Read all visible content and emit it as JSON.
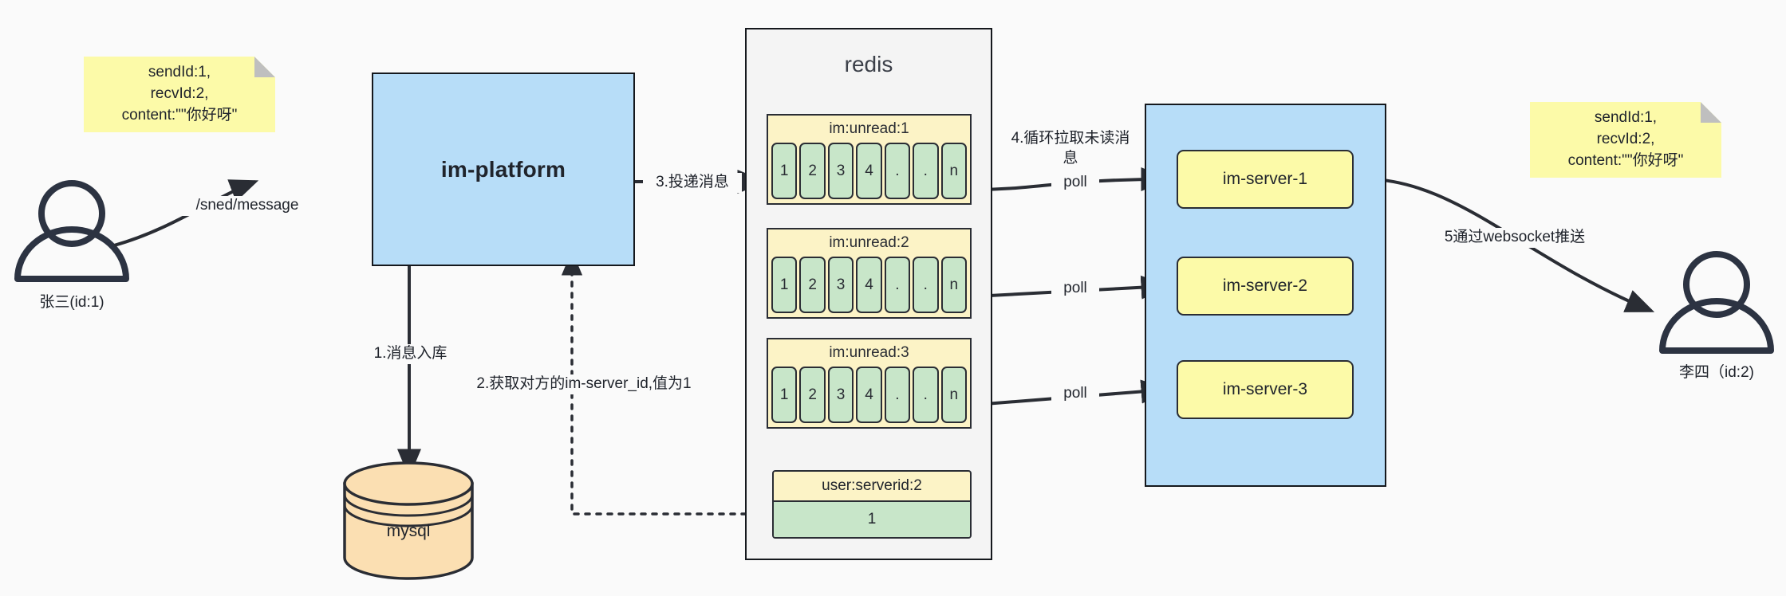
{
  "diagram": {
    "title": "IM message delivery architecture",
    "colors": {
      "background": "#fafafa",
      "note_fill": "#fcfaa8",
      "note_fold": "#bfbfbf",
      "platform_fill": "#b7ddf8",
      "server_panel_fill": "#b7ddf8",
      "redis_panel_fill": "#f4f4f4",
      "queue_header_fill": "#fcf3c6",
      "queue_cell_fill": "#c8e6c9",
      "server_box_fill": "#fcfaa8",
      "mysql_fill": "#fbdfb2",
      "stroke": "#2a2d34"
    }
  },
  "notes": {
    "left": "sendId:1,\nrecvId:2,\ncontent:\"\"你好呀\"",
    "right": "sendId:1,\nrecvId:2,\ncontent:\"\"你好呀\""
  },
  "actors": {
    "sender": {
      "label": "张三(id:1)",
      "icon": "person-icon"
    },
    "receiver": {
      "label": "李四（id:2)",
      "icon": "person-icon"
    }
  },
  "nodes": {
    "platform": {
      "label": "im-platform"
    },
    "mysql": {
      "label": "mysql"
    },
    "redis": {
      "title": "redis"
    },
    "servers": [
      {
        "label": "im-server-1"
      },
      {
        "label": "im-server-2"
      },
      {
        "label": "im-server-3"
      }
    ]
  },
  "redis_queues": [
    {
      "key": "im:unread:1",
      "cells": [
        "1",
        "2",
        "3",
        "4",
        ".",
        ".",
        "n"
      ]
    },
    {
      "key": "im:unread:2",
      "cells": [
        "1",
        "2",
        "3",
        "4",
        ".",
        ".",
        "n"
      ]
    },
    {
      "key": "im:unread:3",
      "cells": [
        "1",
        "2",
        "3",
        "4",
        ".",
        ".",
        "n"
      ]
    }
  ],
  "redis_kv": {
    "key": "user:serverid:2",
    "value": "1"
  },
  "edges": {
    "send_message": "/sned/message",
    "step1": "1.消息入库",
    "step2": "2.获取对方的im-server_id,值为1",
    "step3": "3.投递消息",
    "step4": "4.循环拉取未读消\n息",
    "poll1": "poll",
    "poll2": "poll",
    "poll3": "poll",
    "step5": "5通过websocket推送"
  }
}
